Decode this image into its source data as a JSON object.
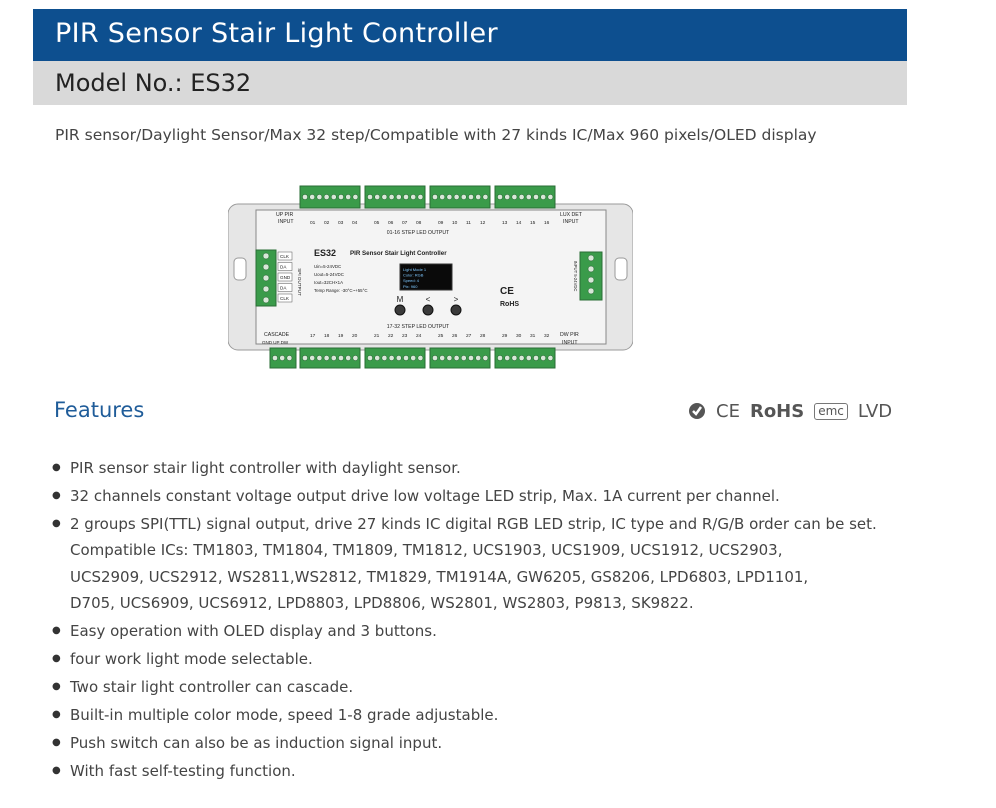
{
  "header": {
    "title": "PIR Sensor Stair Light Controller"
  },
  "model": {
    "label": "Model No.: ES32"
  },
  "subtitle": "PIR sensor/Daylight Sensor/Max 32 step/Compatible with 27 kinds IC/Max 960 pixels/OLED display",
  "device": {
    "model_name": "ES32",
    "product_name": "PIR Sensor Stair Light Controller",
    "top_output_label": "01-16 STEP LED OUTPUT",
    "bottom_output_label": "17-32 STEP LED OUTPUT",
    "up_pir_label": "UP PIR",
    "up_pir_sub": "INPUT",
    "lux_det_label": "LUX DET",
    "lux_det_sub": "INPUT",
    "dw_pir_label": "DW PIR",
    "dw_pir_sub": "INPUT",
    "cascade_label": "CASCADE",
    "cascade_pins": "GND UP DW",
    "spi_label": "SPI OUTPUT",
    "input_label": "INPUT 5-24VDC",
    "spi_pins": [
      "CLK",
      "DA",
      "GND",
      "DA",
      "CLK"
    ],
    "top_channels": [
      "01",
      "02",
      "03",
      "04",
      "05",
      "06",
      "07",
      "08",
      "09",
      "10",
      "11",
      "12",
      "13",
      "14",
      "15",
      "16"
    ],
    "bottom_channels": [
      "17",
      "18",
      "19",
      "20",
      "21",
      "22",
      "23",
      "24",
      "25",
      "26",
      "27",
      "28",
      "29",
      "30",
      "31",
      "32"
    ],
    "specs": [
      "Uin=5-24VDC",
      "Uout=5-24VDC",
      "Iout=32CH×1A",
      "Temp Range: -30°C~+55°C"
    ],
    "oled_lines": [
      "Light Mode 1",
      "Color: RGB",
      "Speed: 4",
      "Pix: 960"
    ],
    "buttons": [
      "M",
      "<",
      ">"
    ],
    "marks": {
      "ce": "CE",
      "rohs": "RoHS"
    }
  },
  "features": {
    "title": "Features",
    "certifications": [
      "CE",
      "RoHS",
      "emc",
      "LVD"
    ],
    "items": [
      {
        "lines": [
          "PIR sensor stair light controller with daylight sensor."
        ]
      },
      {
        "lines": [
          "32 channels constant voltage output drive low voltage LED strip, Max. 1A current per channel."
        ]
      },
      {
        "lines": [
          "2 groups SPI(TTL) signal output, drive 27 kinds IC digital RGB LED strip, IC type and R/G/B order can be set.",
          "Compatible ICs: TM1803, TM1804, TM1809, TM1812, UCS1903, UCS1909, UCS1912, UCS2903,",
          "UCS2909, UCS2912, WS2811,WS2812, TM1829, TM1914A, GW6205, GS8206, LPD6803, LPD1101,",
          "D705, UCS6909, UCS6912, LPD8803, LPD8806, WS2801, WS2803, P9813, SK9822."
        ]
      },
      {
        "lines": [
          "Easy operation with OLED display and 3 buttons."
        ]
      },
      {
        "lines": [
          "four work light mode selectable."
        ]
      },
      {
        "lines": [
          "Two stair light controller can cascade."
        ]
      },
      {
        "lines": [
          "Built-in multiple color mode, speed 1-8 grade adjustable."
        ]
      },
      {
        "lines": [
          "Push switch can also be as induction signal input."
        ]
      },
      {
        "lines": [
          "With fast self-testing function."
        ]
      }
    ]
  },
  "colors": {
    "header_bg": "#0d4f8f",
    "model_bg": "#d9d9d9",
    "features_title": "#1f5c99",
    "terminal_green": "#3a9b4a"
  }
}
